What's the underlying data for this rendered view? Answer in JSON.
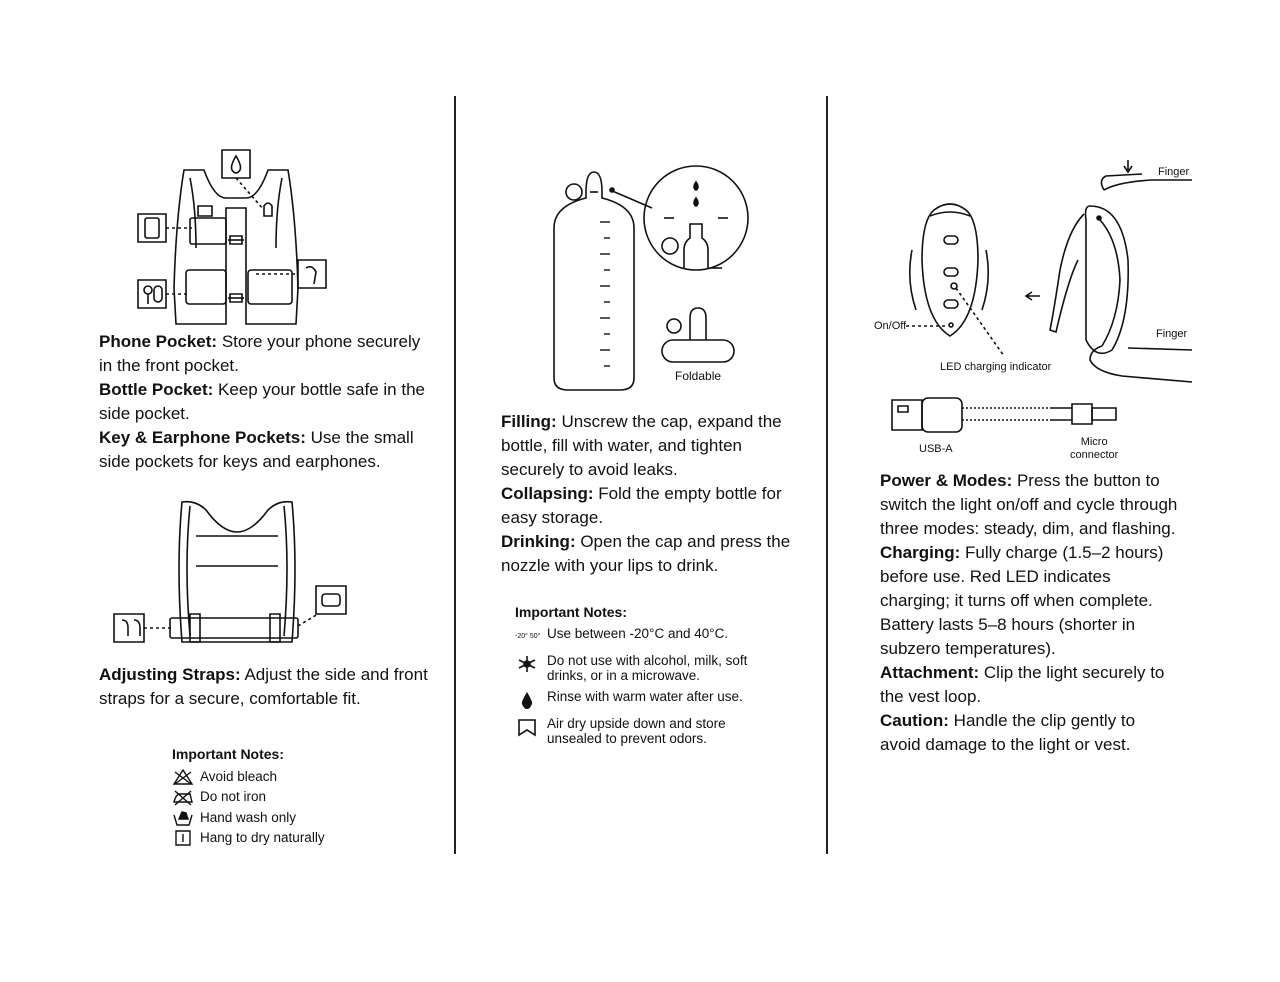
{
  "col1": {
    "p1": {
      "bold": "Phone Pocket:",
      "text": " Store your phone securely in the front pocket."
    },
    "p2": {
      "bold": "Bottle Pocket:",
      "text": " Keep your bottle safe in the side pocket."
    },
    "p3": {
      "bold": "Key & Earphone Pockets:",
      "text": " Use the small side pockets for keys and earphones."
    },
    "p4": {
      "bold": "Adjusting Straps:",
      "text": " Adjust the side and front straps for a secure, comfortable fit."
    },
    "notes": {
      "title": "Important Notes:",
      "items": [
        {
          "icon": "no-bleach-icon",
          "text": "Avoid bleach"
        },
        {
          "icon": "no-iron-icon",
          "text": "Do not iron"
        },
        {
          "icon": "hand-wash-icon",
          "text": "Hand wash only"
        },
        {
          "icon": "hang-dry-icon",
          "text": "Hang to dry naturally"
        }
      ]
    }
  },
  "col2": {
    "foldable_label": "Foldable",
    "p1": {
      "bold": "Filling:",
      "text": " Unscrew the cap, expand the bottle, fill with water, and tighten securely to avoid leaks."
    },
    "p2": {
      "bold": "Collapsing:",
      "text": " Fold the empty bottle for easy storage."
    },
    "p3": {
      "bold": "Drinking:",
      "text": " Open the cap and press the nozzle with your lips to drink."
    },
    "notes": {
      "title": "Important Notes:",
      "temp_icon_text": "-20°  50°",
      "items": [
        {
          "icon": "temperature-icon",
          "text": "Use between -20°C and 40°C."
        },
        {
          "icon": "no-alcohol-icon",
          "text": "Do not use with alcohol, milk, soft drinks, or in a microwave."
        },
        {
          "icon": "water-drop-icon",
          "text": "Rinse with warm water after use."
        },
        {
          "icon": "air-dry-icon",
          "text": "Air dry upside down and store unsealed to prevent odors."
        }
      ]
    }
  },
  "col3": {
    "labels": {
      "finger_top": "Finger",
      "finger_bottom": "Finger",
      "on_off": "On/Off",
      "led": "LED charging indicator",
      "usb_a": "USB-A",
      "micro": "Micro\nconnector"
    },
    "p1": {
      "bold": "Power & Modes:",
      "text": " Press the button to switch the light on/off and cycle through three modes: steady, dim, and flashing."
    },
    "p2": {
      "bold": "Charging:",
      "text": " Fully charge (1.5–2 hours) before use. Red LED indicates charging; it turns off when complete. Battery lasts 5–8 hours (shorter in subzero temperatures)."
    },
    "p3": {
      "bold": "Attachment:",
      "text": " Clip the light securely to the vest loop."
    },
    "p4": {
      "bold": "Caution:",
      "text": " Handle the clip gently to avoid damage to the light or vest."
    }
  }
}
